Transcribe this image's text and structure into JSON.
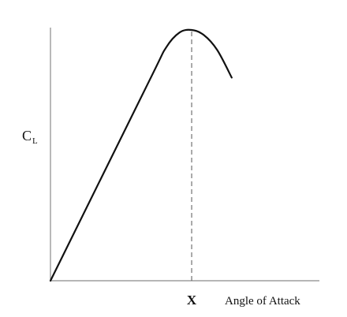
{
  "chart_data": {
    "type": "line",
    "title": "",
    "xlabel": "Angle of Attack",
    "ylabel": {
      "main": "C",
      "subscript": "L"
    },
    "x_marker_label": "X",
    "x_ticks_numeric": false,
    "y_ticks_numeric": false,
    "grid": false,
    "legend": "none",
    "series": [
      {
        "color": "#111111",
        "points": [
          {
            "x": 0.0,
            "y": 0.0
          },
          {
            "x": 0.364,
            "y": 0.79
          },
          {
            "x": 0.43,
            "y": 0.93
          },
          {
            "x": 0.48,
            "y": 0.99
          },
          {
            "x": 0.525,
            "y": 1.0
          },
          {
            "x": 0.57,
            "y": 0.98
          },
          {
            "x": 0.62,
            "y": 0.92
          },
          {
            "x": 0.674,
            "y": 0.81
          }
        ]
      }
    ],
    "reference_line": {
      "x": 0.525,
      "style": "dashed",
      "color": "#555555"
    },
    "xlim": [
      0,
      1
    ],
    "ylim": [
      0,
      1.0
    ]
  }
}
